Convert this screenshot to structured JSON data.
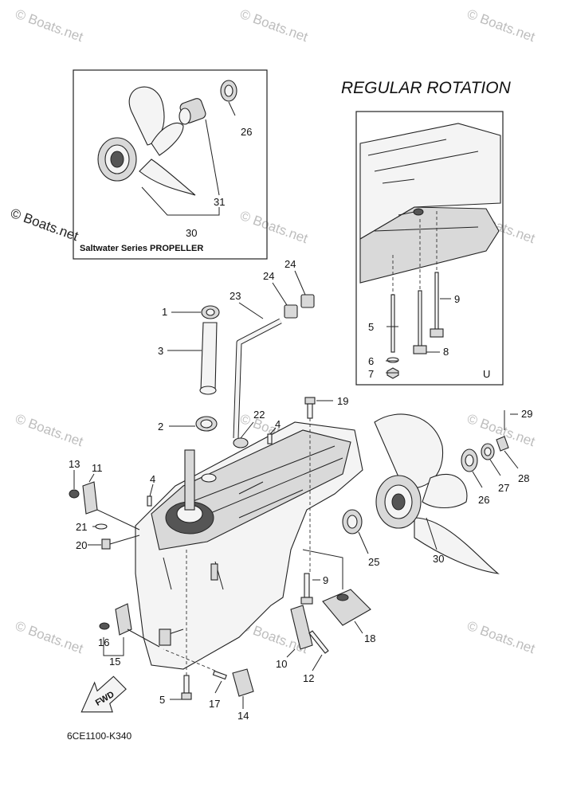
{
  "diagram": {
    "title": "REGULAR ROTATION",
    "inset_caption": "Saltwater Series PROPELLER",
    "drawing_code": "6CE1100-K340",
    "direction_marker": "FWD",
    "view_marker": "U",
    "watermark": "© Boats.net",
    "callouts": {
      "c1": "1",
      "c2": "2",
      "c3": "3",
      "c4a": "4",
      "c4b": "4",
      "c5a": "5",
      "c5b": "5",
      "c6": "6",
      "c7": "7",
      "c8": "8",
      "c9a": "9",
      "c9b": "9",
      "c10": "10",
      "c11": "11",
      "c12": "12",
      "c13": "13",
      "c14": "14",
      "c15": "15",
      "c16": "16",
      "c17": "17",
      "c18": "18",
      "c19": "19",
      "c20": "20",
      "c21": "21",
      "c22": "22",
      "c23": "23",
      "c24a": "24",
      "c24b": "24",
      "c25": "25",
      "c26a": "26",
      "c26b": "26",
      "c27": "27",
      "c28": "28",
      "c29": "29",
      "c30a": "30",
      "c30b": "30",
      "c31": "31"
    }
  }
}
